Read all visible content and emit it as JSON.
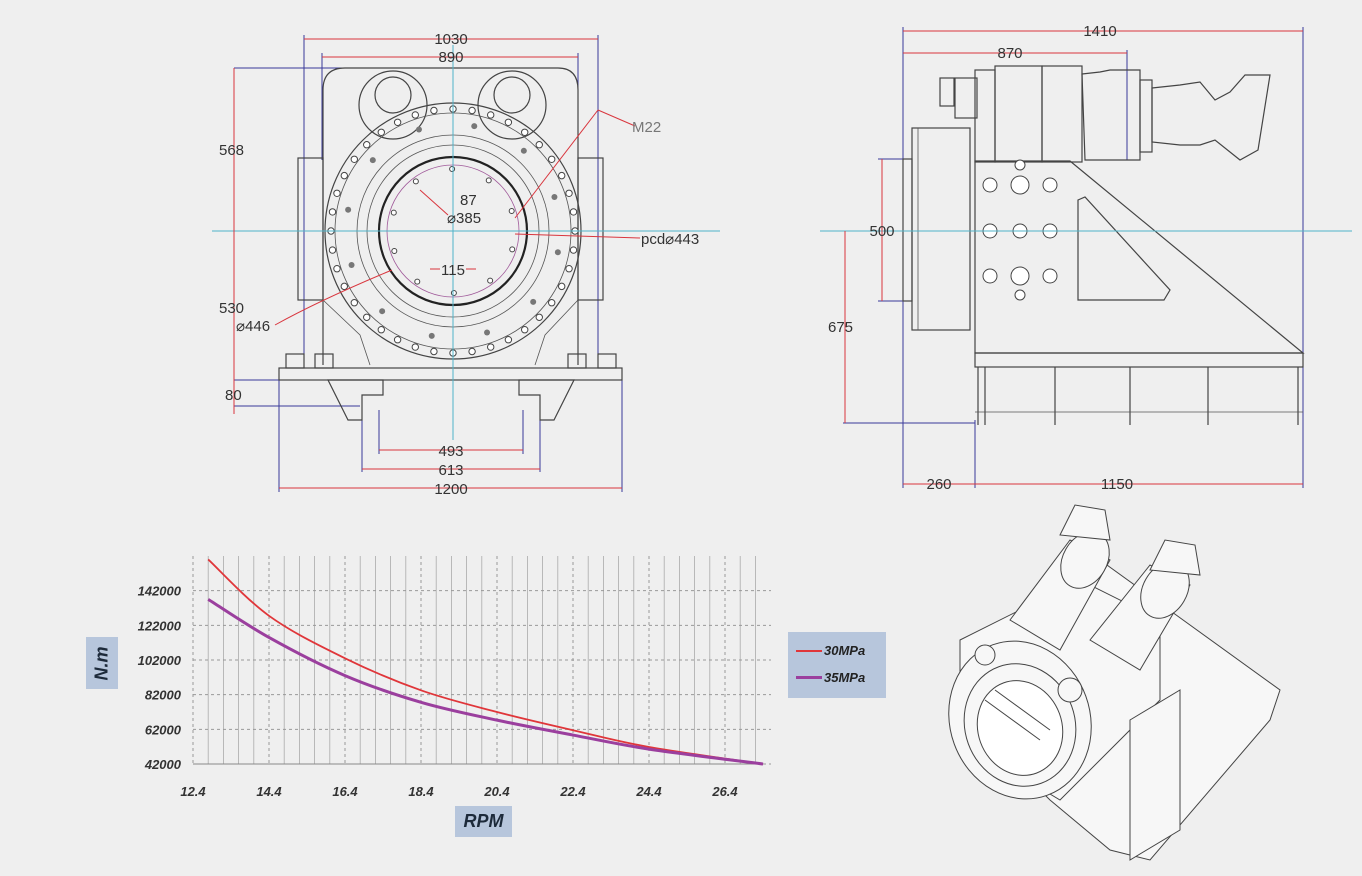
{
  "front_view": {
    "dimensions": {
      "overall_width_top": "1030",
      "housing_width": "890",
      "upper_height": "568",
      "lower_height": "530",
      "base_height": "80",
      "foot_inner": "493",
      "foot_outer": "613",
      "base_width": "1200",
      "spline_width": "115",
      "tooth_depth": "87",
      "bore_diameter": "⌀385",
      "ring_diameter": "⌀446",
      "bolt_size": "M22",
      "pitch_circle": "pcd⌀443"
    }
  },
  "side_view": {
    "dimensions": {
      "overall_length": "1410",
      "motor_length": "870",
      "flange_height": "500",
      "center_height": "675",
      "flange_offset": "260",
      "base_length": "1150"
    }
  },
  "colors": {
    "dimension_line": "#d9363e",
    "extension_line": "#3a3a9a",
    "center_line": "#4fb3c8",
    "label_box": "#b7c6dc"
  },
  "chart_data": {
    "type": "line",
    "title": "",
    "xlabel": "RPM",
    "ylabel": "N.m",
    "xlim": [
      12.4,
      27.4
    ],
    "ylim": [
      42000,
      162000
    ],
    "x_ticks": [
      "12.4",
      "14.4",
      "16.4",
      "18.4",
      "20.4",
      "22.4",
      "24.4",
      "26.4"
    ],
    "y_ticks": [
      "42000",
      "62000",
      "82000",
      "102000",
      "122000",
      "142000"
    ],
    "grid": true,
    "legend_position": "right",
    "series": [
      {
        "name": "30MPa",
        "color": "#e0363a",
        "x": [
          12.8,
          14.4,
          16.4,
          18.4,
          20.4,
          22.4,
          24.4,
          27.4
        ],
        "y": [
          160000,
          127500,
          103000,
          84500,
          72000,
          61500,
          51800,
          42000
        ]
      },
      {
        "name": "35MPa",
        "color": "#9b3f9e",
        "x": [
          12.8,
          14.4,
          16.4,
          18.4,
          20.4,
          22.4,
          24.4,
          27.4
        ],
        "y": [
          137000,
          115000,
          93000,
          77600,
          67300,
          58700,
          50600,
          42000
        ]
      }
    ]
  }
}
